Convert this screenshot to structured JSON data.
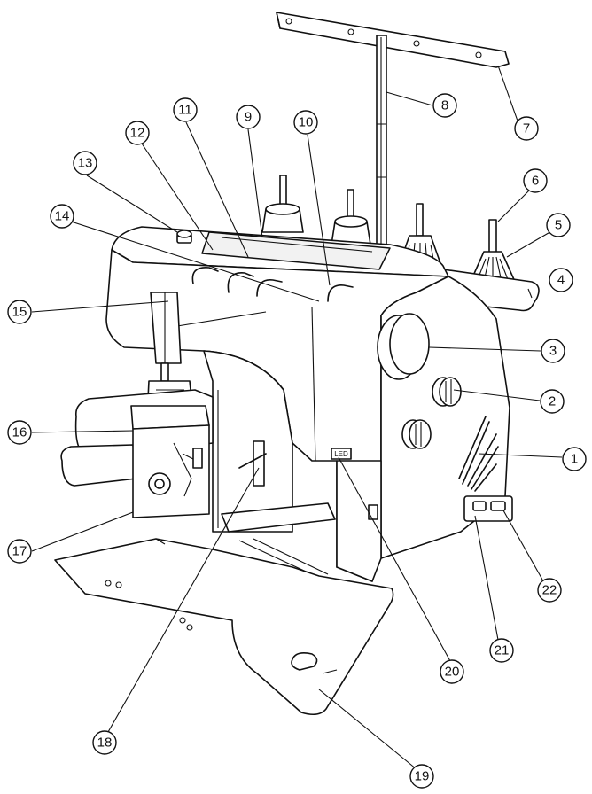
{
  "callouts": [
    {
      "id": "1",
      "label": "1"
    },
    {
      "id": "2",
      "label": "2"
    },
    {
      "id": "3",
      "label": "3"
    },
    {
      "id": "4",
      "label": "4"
    },
    {
      "id": "5",
      "label": "5"
    },
    {
      "id": "6",
      "label": "6"
    },
    {
      "id": "7",
      "label": "7"
    },
    {
      "id": "8",
      "label": "8"
    },
    {
      "id": "9",
      "label": "9"
    },
    {
      "id": "10",
      "label": "10"
    },
    {
      "id": "11",
      "label": "11"
    },
    {
      "id": "12",
      "label": "12"
    },
    {
      "id": "13",
      "label": "13"
    },
    {
      "id": "14",
      "label": "14"
    },
    {
      "id": "15",
      "label": "15"
    },
    {
      "id": "16",
      "label": "16"
    },
    {
      "id": "17",
      "label": "17"
    },
    {
      "id": "18",
      "label": "18"
    },
    {
      "id": "19",
      "label": "19"
    },
    {
      "id": "20",
      "label": "20"
    },
    {
      "id": "21",
      "label": "21"
    },
    {
      "id": "22",
      "label": "22"
    }
  ],
  "machine_badge": "LED"
}
